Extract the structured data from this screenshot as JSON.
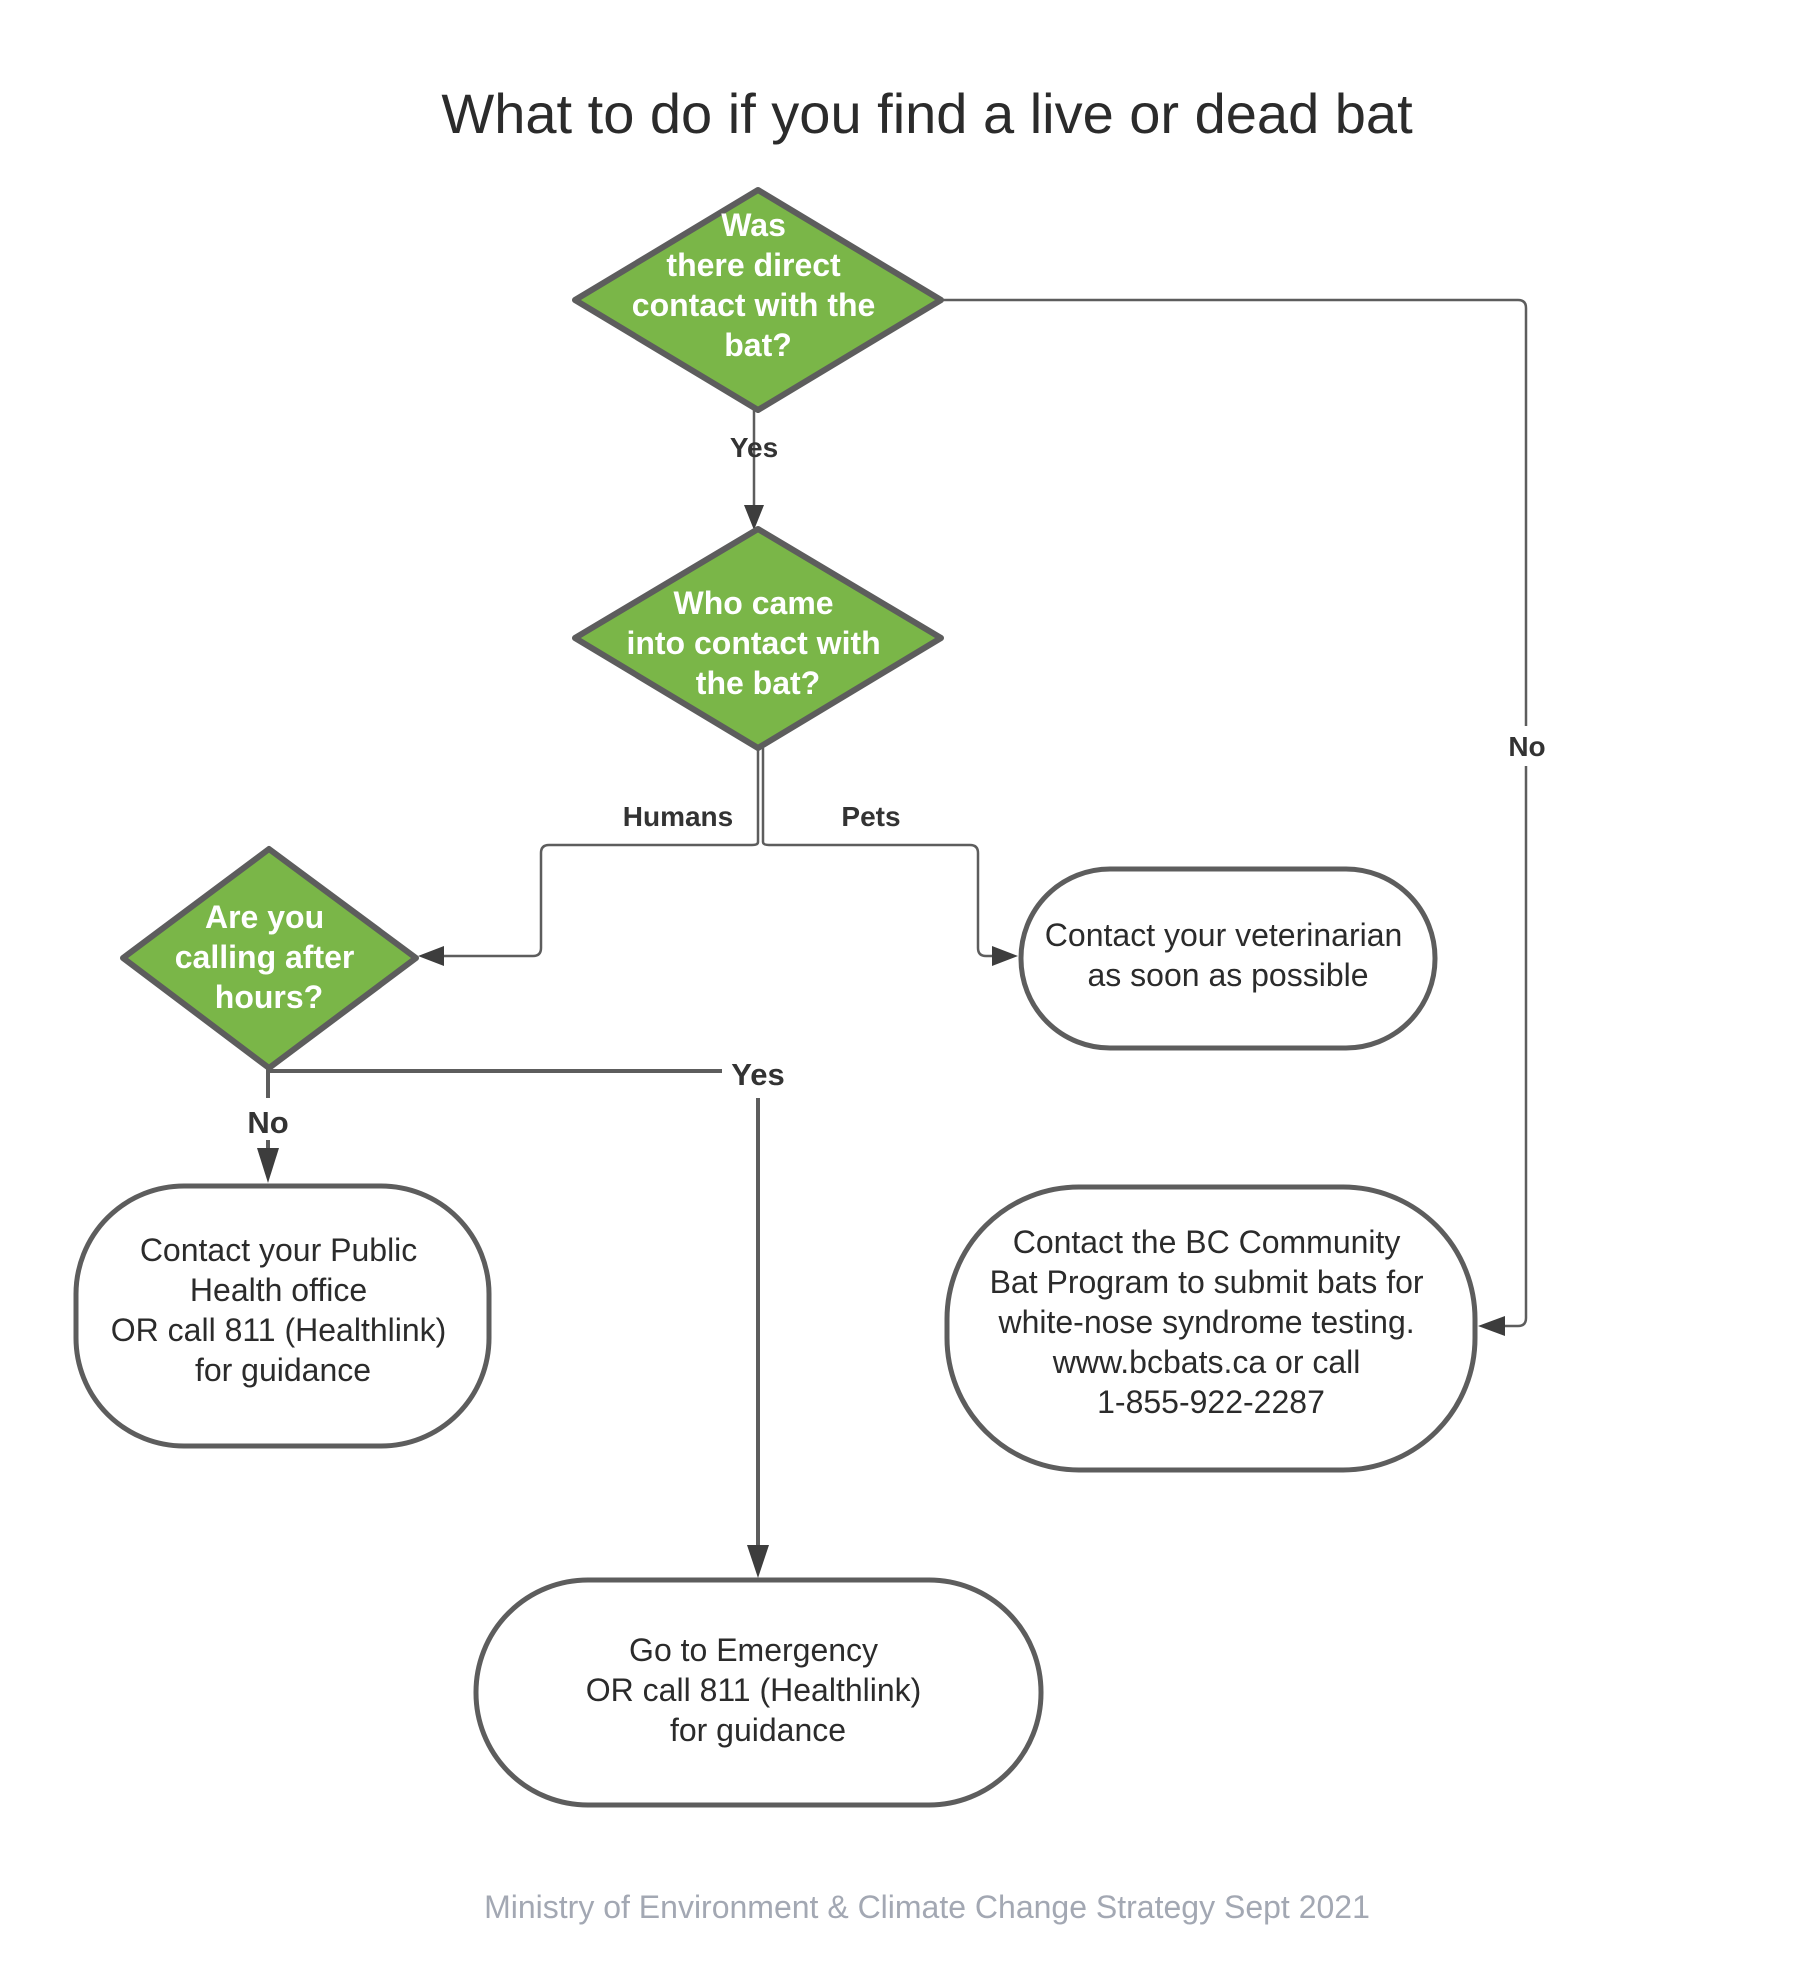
{
  "title": "What to do if you find a live or dead bat",
  "nodes": {
    "q_direct_contact": [
      "Was",
      "there direct",
      "contact with the",
      "bat?"
    ],
    "q_who_contact": [
      "Who came",
      "into contact with",
      "the bat?"
    ],
    "q_after_hours": [
      "Are you",
      "calling after",
      "hours?"
    ],
    "vet": [
      "Contact your veterinarian",
      "as soon as possible"
    ],
    "bc_bats": [
      "Contact the BC Community",
      "Bat Program to submit bats for",
      "white-nose syndrome testing.",
      "www.bcbats.ca or call",
      "1-855-922-2287"
    ],
    "public_health": [
      "Contact your Public",
      "Health office",
      "OR call 811 (Healthlink)",
      "for guidance"
    ],
    "emergency": [
      "Go to Emergency",
      "OR call 811 (Healthlink)",
      "for guidance"
    ]
  },
  "edges": {
    "direct_yes": "Yes",
    "direct_no": "No",
    "who_humans": "Humans",
    "who_pets": "Pets",
    "after_no": "No",
    "after_yes": "Yes"
  },
  "footer": "Ministry of Environment & Climate Change Strategy Sept 2021",
  "colors": {
    "decision_fill": "#7ab648",
    "outline": "#5d5d5d",
    "footer_text": "#a3a8b3"
  }
}
